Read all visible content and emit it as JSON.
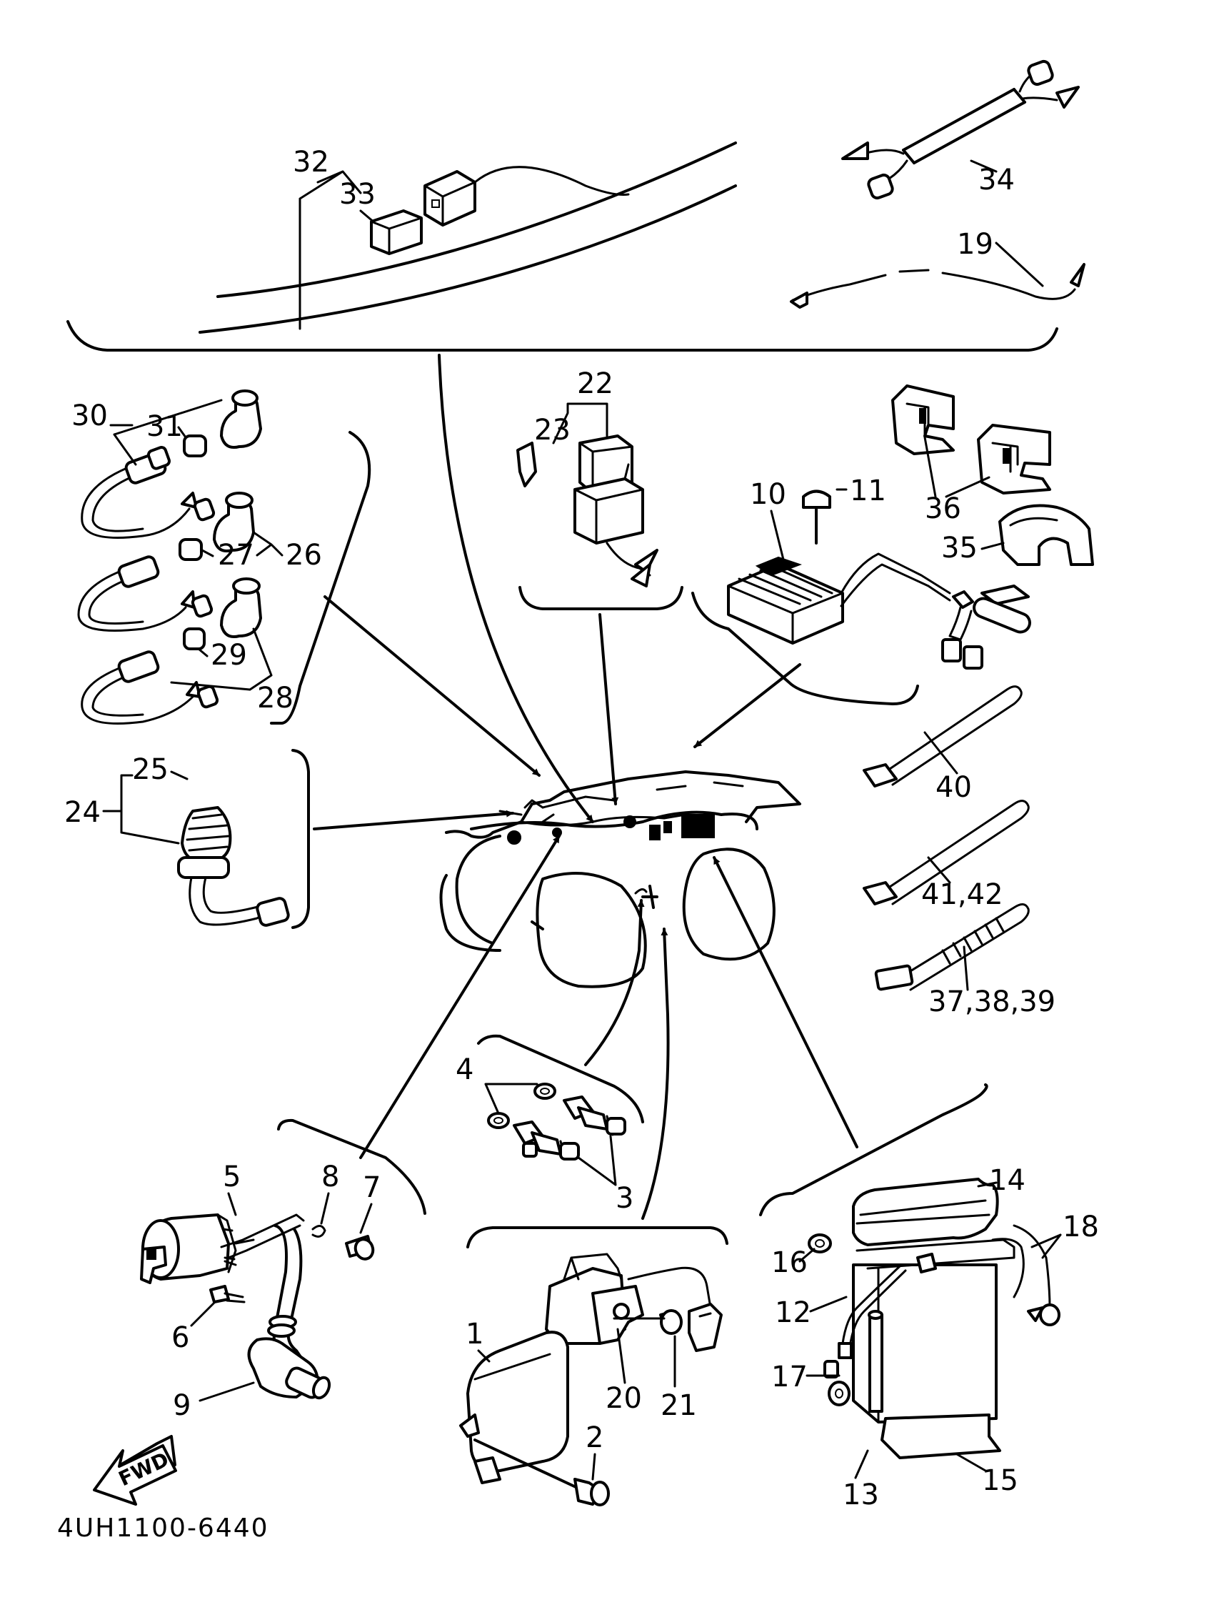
{
  "diagram_code": "4UH1100-6440",
  "fwd_label": "FWD",
  "callouts": {
    "c1": "1",
    "c2": "2",
    "c3": "3",
    "c4": "4",
    "c5": "5",
    "c6": "6",
    "c7": "7",
    "c8": "8",
    "c9": "9",
    "c10": "10",
    "c11": "11",
    "c12": "12",
    "c13": "13",
    "c14": "14",
    "c15": "15",
    "c16": "16",
    "c17": "17",
    "c18": "18",
    "c19": "19",
    "c20": "20",
    "c21": "21",
    "c22": "22",
    "c23": "23",
    "c24": "24",
    "c25": "25",
    "c26": "26",
    "c27": "27",
    "c28": "28",
    "c29": "29",
    "c30": "30",
    "c31": "31",
    "c32": "32",
    "c33": "33",
    "c34": "34",
    "c35": "35",
    "c36": "36",
    "c37_39": "37,38,39",
    "c40": "40",
    "c41_42": "41,42"
  }
}
